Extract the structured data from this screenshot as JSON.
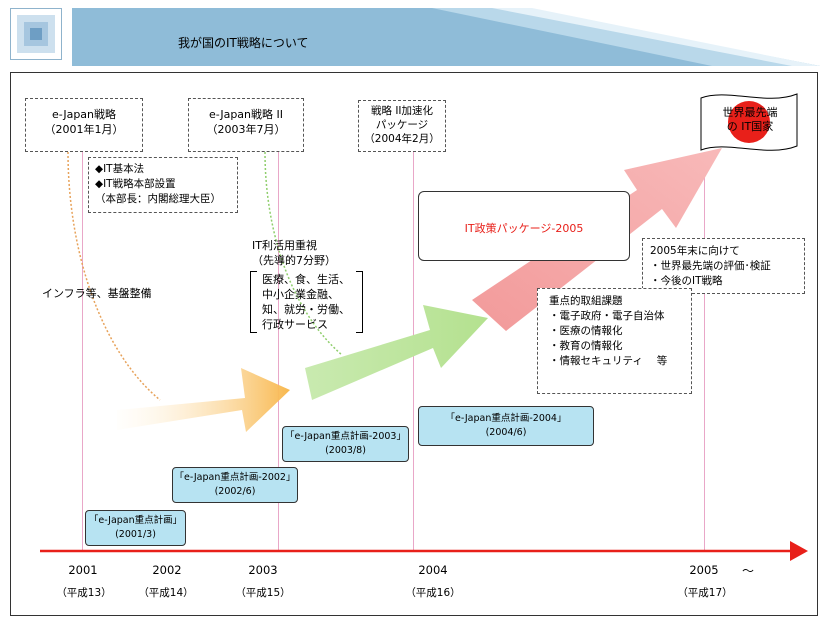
{
  "header": {
    "title": "我が国のIT戦略について"
  },
  "milestones": [
    {
      "label": "e-Japan戦略",
      "date": "（2001年1月）"
    },
    {
      "label": "e-Japan戦略 II",
      "date": "（2003年7月）"
    },
    {
      "label": "戦略 II加速化\nパッケージ",
      "date": "（2004年2月）"
    }
  ],
  "notes": {
    "it_law": "◆IT基本法\n◆IT戦略本部設置\n（本部長：内閣総理大臣）",
    "infra": "インフラ等、基盤整備",
    "utilization_title": "IT利活用重視\n（先導的7分野）",
    "utilization_fields": "医療、食、生活、\n中小企業金融、\n知、就労・労働、\n行政サービス",
    "package_2005": "IT政策パッケージ-2005",
    "priorities": "重点的取組課題\n・電子政府・電子自治体\n・医療の情報化\n・教育の情報化\n・情報セキュリティ　 等",
    "end_2005": "2005年末に向けて\n・世界最先端の評価･検証\n・今後のIT戦略",
    "goal": "世界最先端\nの IT国家"
  },
  "plans": [
    {
      "label": "「e-Japan重点計画」",
      "date": "(2001/3)"
    },
    {
      "label": "「e-Japan重点計画-2002」",
      "date": "(2002/6)"
    },
    {
      "label": "「e-Japan重点計画-2003」",
      "date": "(2003/8)"
    },
    {
      "label": "「e-Japan重点計画-2004」",
      "date": "(2004/6)"
    }
  ],
  "timeline": {
    "years": [
      {
        "year": "2001",
        "era": "（平成13）"
      },
      {
        "year": "2002",
        "era": "（平成14）"
      },
      {
        "year": "2003",
        "era": "（平成15）"
      },
      {
        "year": "2004",
        "era": "（平成16）"
      },
      {
        "year": "2005",
        "era": "（平成17）"
      }
    ],
    "continuation": "～"
  },
  "colors": {
    "header_band": "#8fbcd8",
    "timeline_red": "#e8201a",
    "plan_box": "#b7e3f2",
    "arrow_orange": "#f8b84e",
    "arrow_green": "#bde5a0",
    "arrow_pink": "#f5a8a8",
    "package_text": "#e8201a"
  }
}
